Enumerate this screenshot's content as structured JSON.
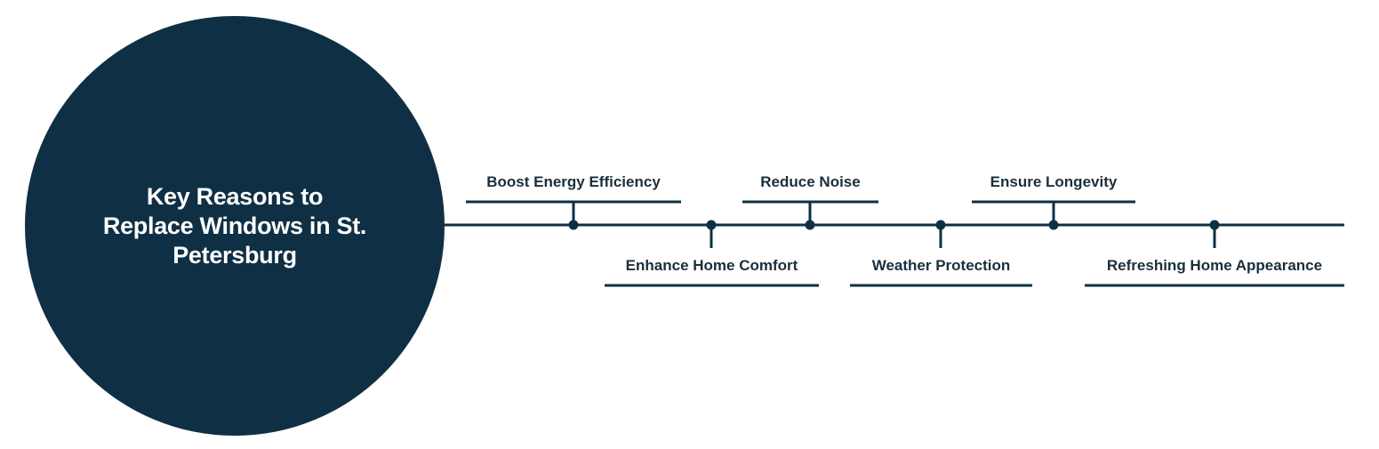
{
  "center": {
    "title": "Key Reasons to Replace Windows in St. Petersburg"
  },
  "branches": [
    {
      "label": "Boost Energy Efficiency"
    },
    {
      "label": "Enhance Home Comfort"
    },
    {
      "label": "Reduce Noise"
    },
    {
      "label": "Weather Protection"
    },
    {
      "label": "Ensure Longevity"
    },
    {
      "label": "Refreshing Home Appearance"
    }
  ],
  "colors": {
    "circle": "#0f3044",
    "line": "#0f3044",
    "text": "#1a2f3d",
    "circle_text": "#ffffff"
  }
}
